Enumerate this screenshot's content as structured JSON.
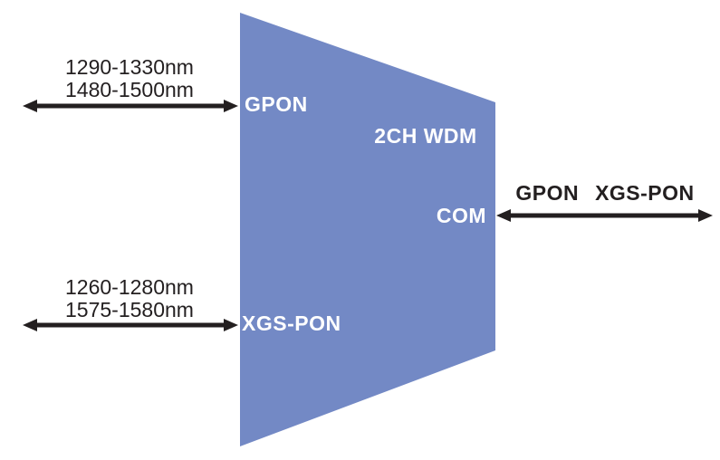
{
  "diagram": {
    "device": {
      "label": "2CH WDM",
      "fill_color": "#7389C5",
      "label_color": "#FFFFFF"
    },
    "arrow_color": "#231F20",
    "text_color": "#231F20",
    "left_ports": [
      {
        "label": "GPON",
        "wavelengths": [
          "1290-1330nm",
          "1480-1500nm"
        ]
      },
      {
        "label": "XGS-PON",
        "wavelengths": [
          "1260-1280nm",
          "1575-1580nm"
        ]
      }
    ],
    "right_port": {
      "label": "COM",
      "signals": [
        "GPON",
        "XGS-PON"
      ]
    }
  }
}
